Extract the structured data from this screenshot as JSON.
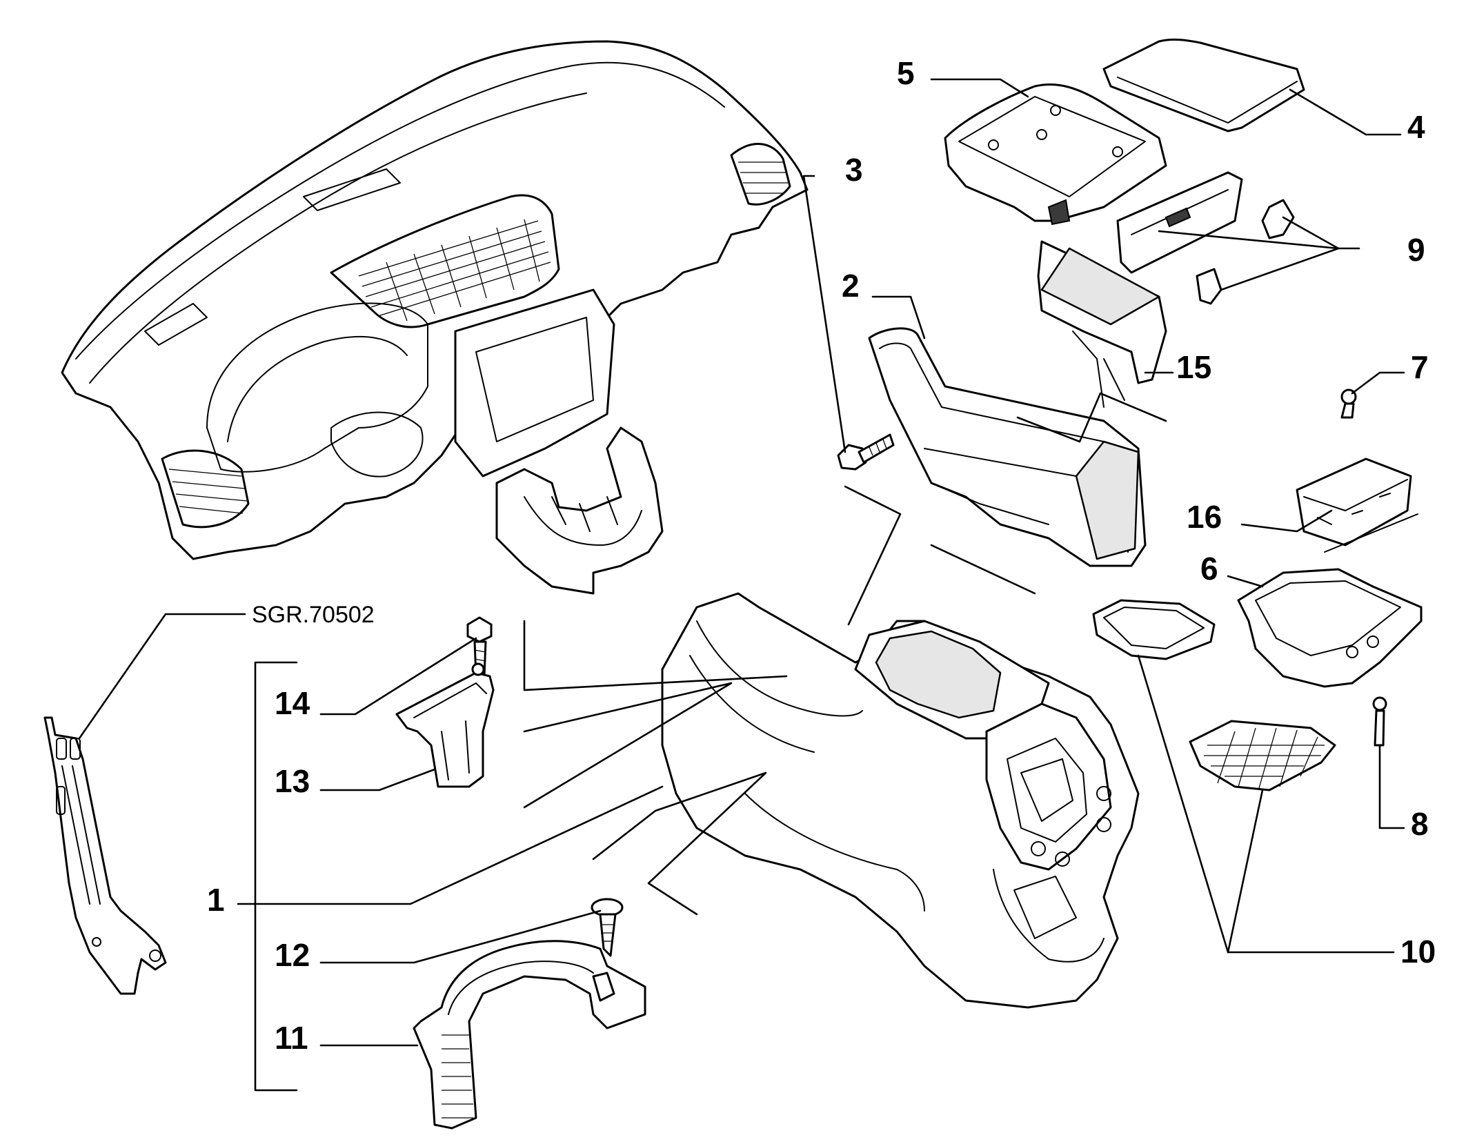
{
  "colors": {
    "line": "#000000",
    "background": "#ffffff",
    "shade": "#e6e6e6"
  },
  "reference": "SGR.70502",
  "callouts": [
    {
      "id": "1",
      "text": "1"
    },
    {
      "id": "2",
      "text": "2"
    },
    {
      "id": "3",
      "text": "3"
    },
    {
      "id": "4",
      "text": "4"
    },
    {
      "id": "5",
      "text": "5"
    },
    {
      "id": "6",
      "text": "6"
    },
    {
      "id": "7",
      "text": "7"
    },
    {
      "id": "8",
      "text": "8"
    },
    {
      "id": "9",
      "text": "9"
    },
    {
      "id": "10",
      "text": "10"
    },
    {
      "id": "11",
      "text": "11"
    },
    {
      "id": "12",
      "text": "12"
    },
    {
      "id": "13",
      "text": "13"
    },
    {
      "id": "14",
      "text": "14"
    },
    {
      "id": "15",
      "text": "15"
    },
    {
      "id": "16",
      "text": "16"
    }
  ]
}
